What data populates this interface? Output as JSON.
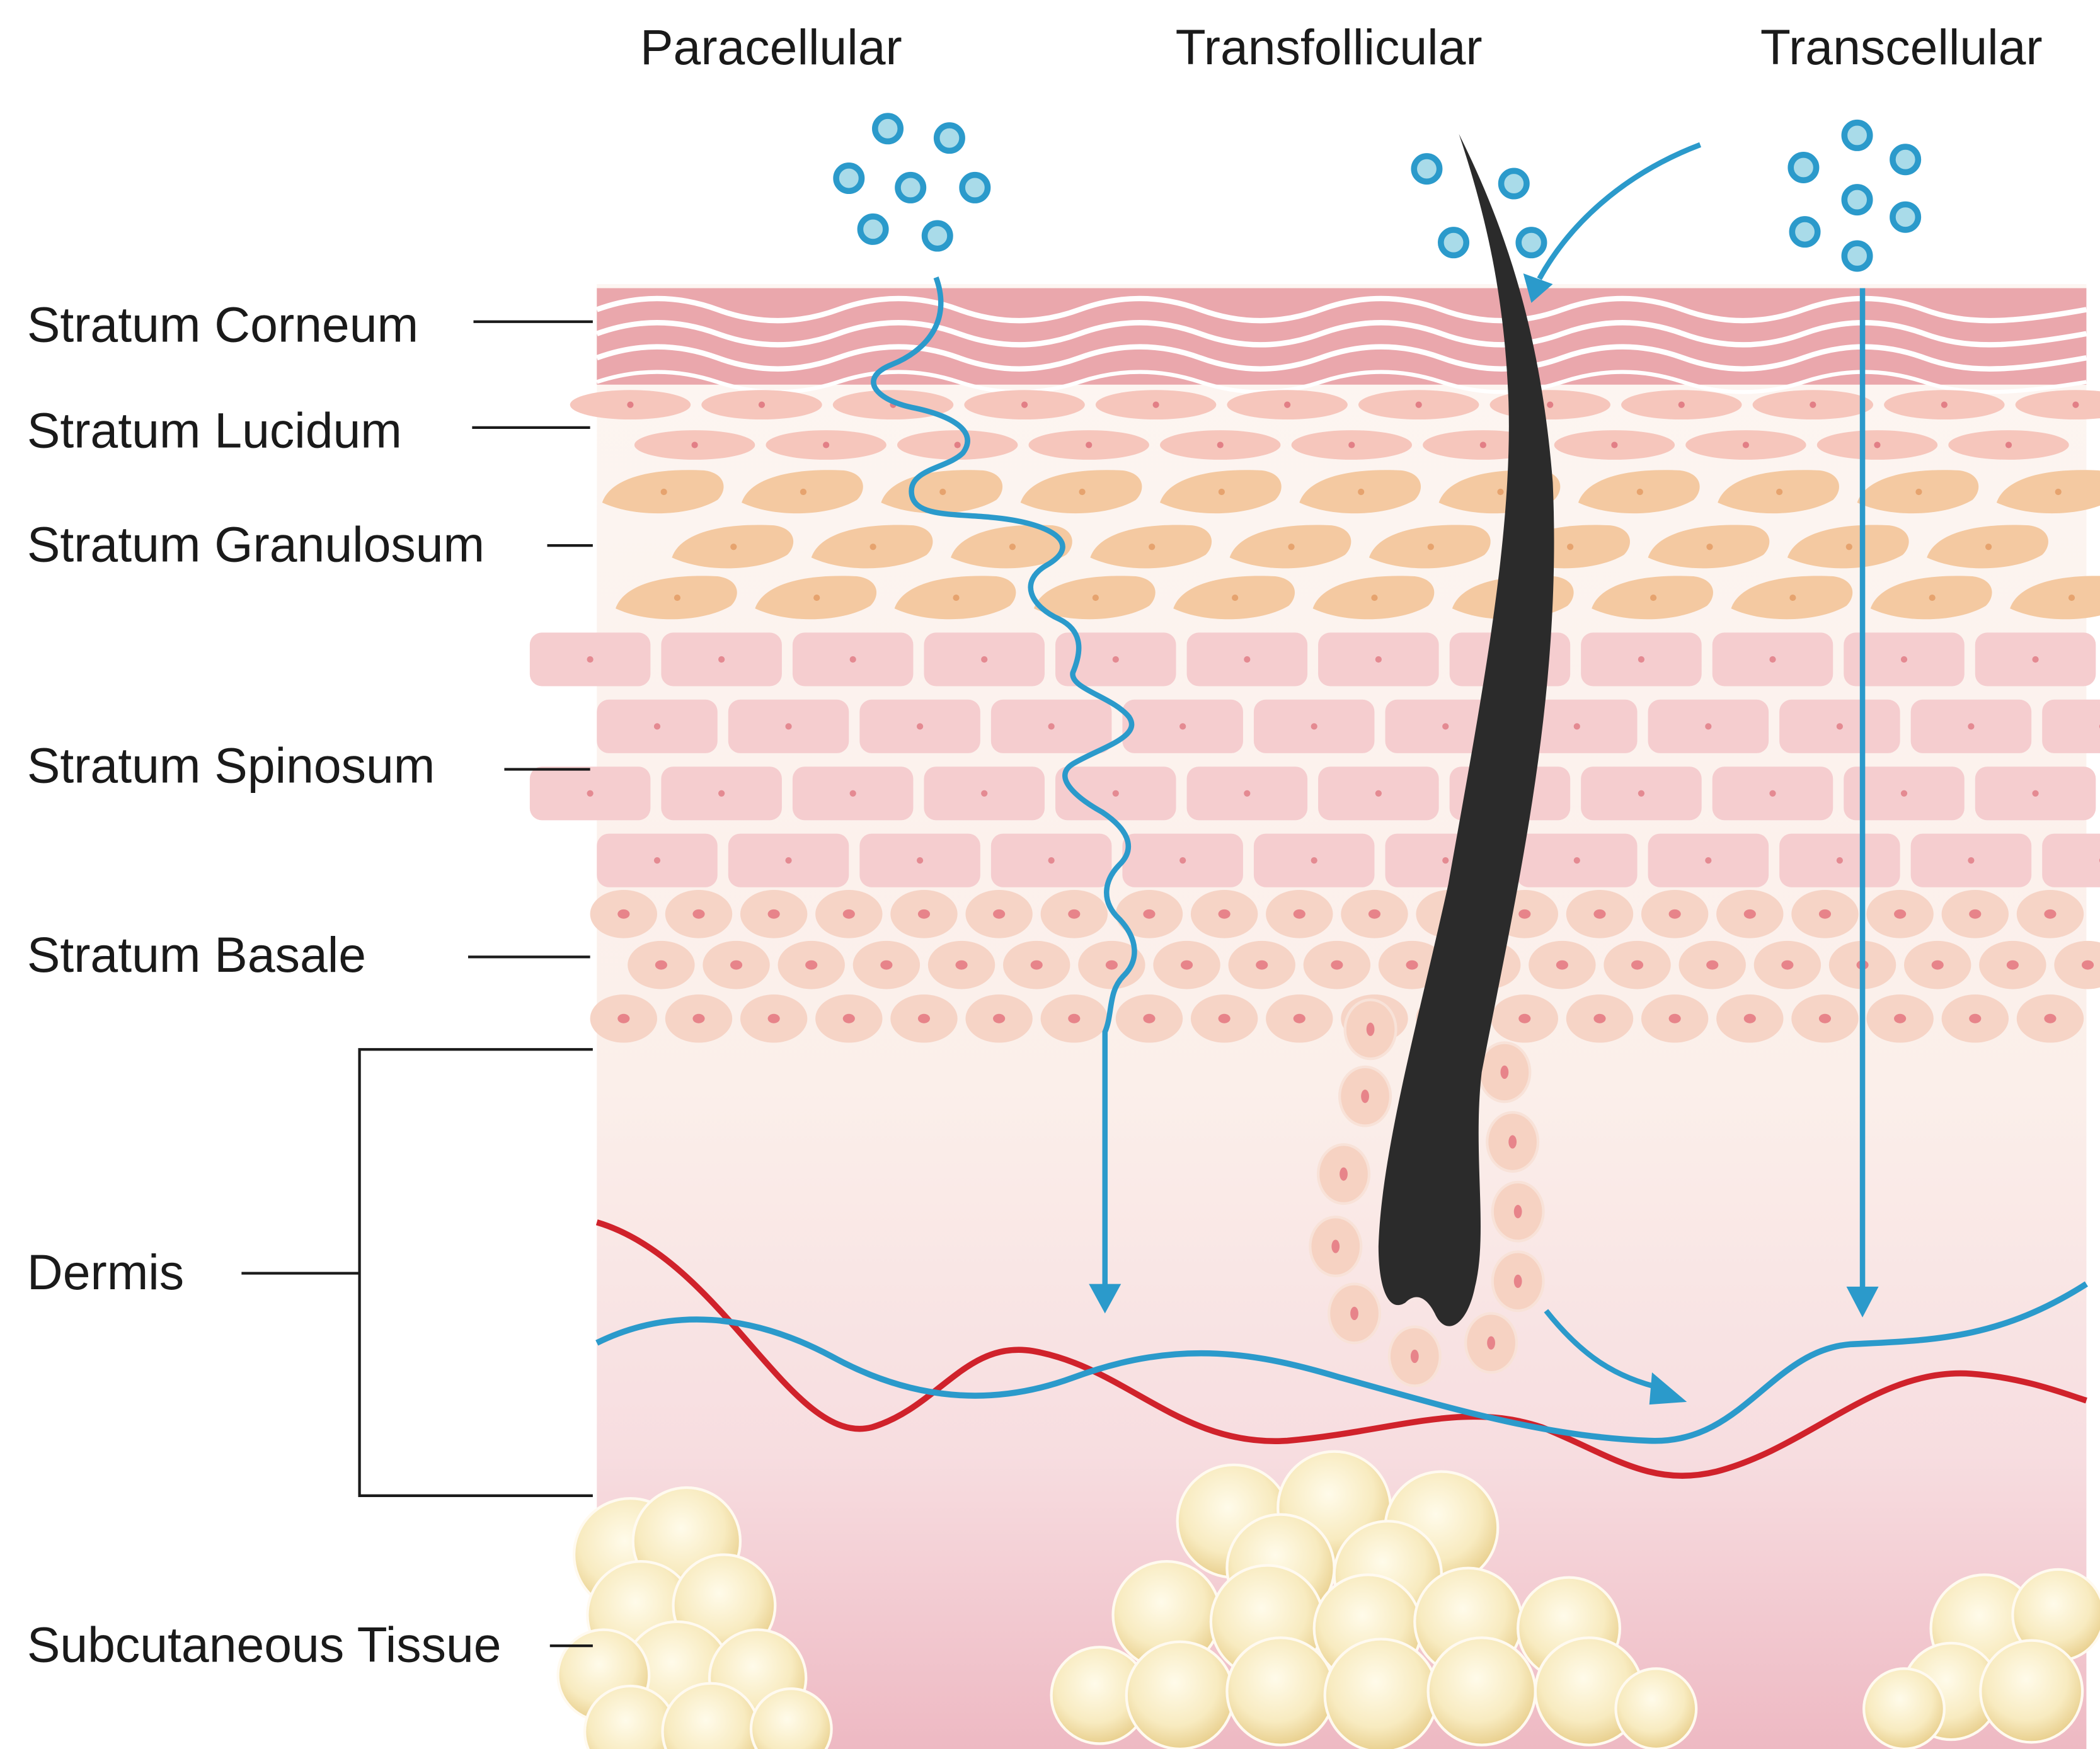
{
  "pathways": {
    "paracellular": "Paracellular",
    "transfollicular": "Transfollicular",
    "transcellular": "Transcellular"
  },
  "layers": {
    "stratum_corneum": "Stratum Corneum",
    "stratum_lucidum": "Stratum Lucidum",
    "stratum_granulosum": "Stratum Granulosum",
    "stratum_spinosum": "Stratum Spinosum",
    "stratum_basale": "Stratum Basale",
    "dermis": "Dermis",
    "subcutaneous_tissue": "Subcutaneous Tissue"
  },
  "colors": {
    "pathway_blue": "#2b9acb",
    "particle_fill": "#a9dbe9",
    "blood_vessel_red": "#d0222b",
    "lymph_vessel_blue": "#2b9acb",
    "hair": "#2b2b2b",
    "corneum": "#e8a1a6",
    "lucidum": "#f6c6bc",
    "granulosum": "#f4c9a1",
    "spinosum": "#f5cdcf",
    "basale": "#f6d4c6",
    "fat": "#f3e0a3"
  },
  "icons": {
    "particle": "drug-particle-icon",
    "arrow": "arrowhead-icon"
  }
}
